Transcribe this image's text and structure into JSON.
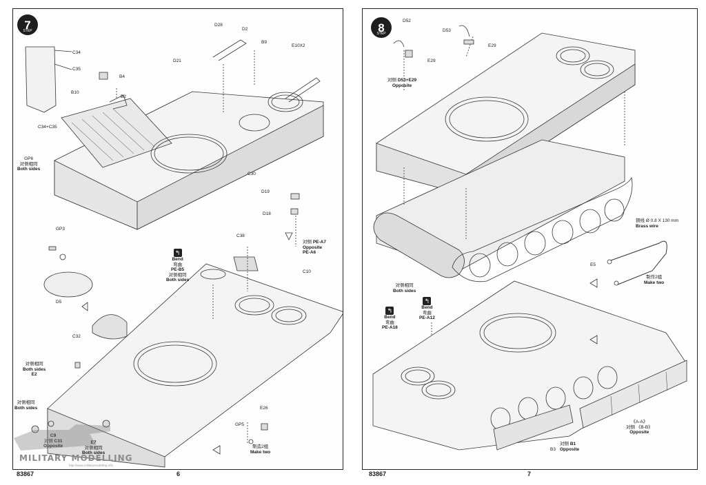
{
  "left_page": {
    "step": "7",
    "step_caption": "STEP",
    "page_number": "6",
    "code": "83867",
    "labels": {
      "d28": "D28",
      "d2": "D2",
      "b9": "B9",
      "e10x2": "E10X2",
      "d21": "D21",
      "c34": "C34",
      "c35": "C35",
      "b4": "B4",
      "b2": "B2",
      "b10": "B10",
      "c34_c35": "C34+C35",
      "gp6": "GP6",
      "c30": "C30",
      "d19": "D19",
      "d18": "D18",
      "gp3": "GP3",
      "d5": "D5",
      "c38": "C38",
      "pe_a7": "PE-A7",
      "pe_a6": "PE-A6",
      "c10": "C10",
      "pe_b5": "PE-B5",
      "c32": "C32",
      "e2": "E2",
      "c9": "C9",
      "c31": "C31",
      "e7": "E7",
      "e26": "E26",
      "gp5": "GP5"
    },
    "both_sides_cn": "对侧相同",
    "both_sides_en": "Both sides",
    "opposite_cn": "对侧",
    "opposite_en": "Opposite",
    "bend_cn": "弯曲",
    "bend_en": "Bend",
    "make_two_cn": "制造2组",
    "make_two_en": "Make two"
  },
  "right_page": {
    "step": "8",
    "step_caption": "STEP",
    "page_number": "7",
    "code": "83867",
    "labels": {
      "d52": "D52",
      "e29": "E29",
      "d53": "D53",
      "d53_e29": "D53+E29",
      "e5": "E5",
      "pe_a18": "PE-A18",
      "pe_a12": "PE-A12",
      "b1": "B1",
      "b3": "B3",
      "a_a": "《A-A》",
      "b_b": "《B-B》"
    },
    "brass_wire_cn": "铜线 Ø 0.8 X 130 mm",
    "brass_wire_en": "Brass wire",
    "make_two_cn": "制作2组",
    "make_two_en": "Make two",
    "opposite_cn": "对侧",
    "opposite_en": "Opposite",
    "both_sides_cn": "对侧相同",
    "both_sides_en": "Both sides",
    "bend_cn": "弯曲",
    "bend_en": "Bend"
  },
  "watermark": {
    "text": "MILITARY MODELLING",
    "url": "http://www.militarymodelling.info"
  }
}
